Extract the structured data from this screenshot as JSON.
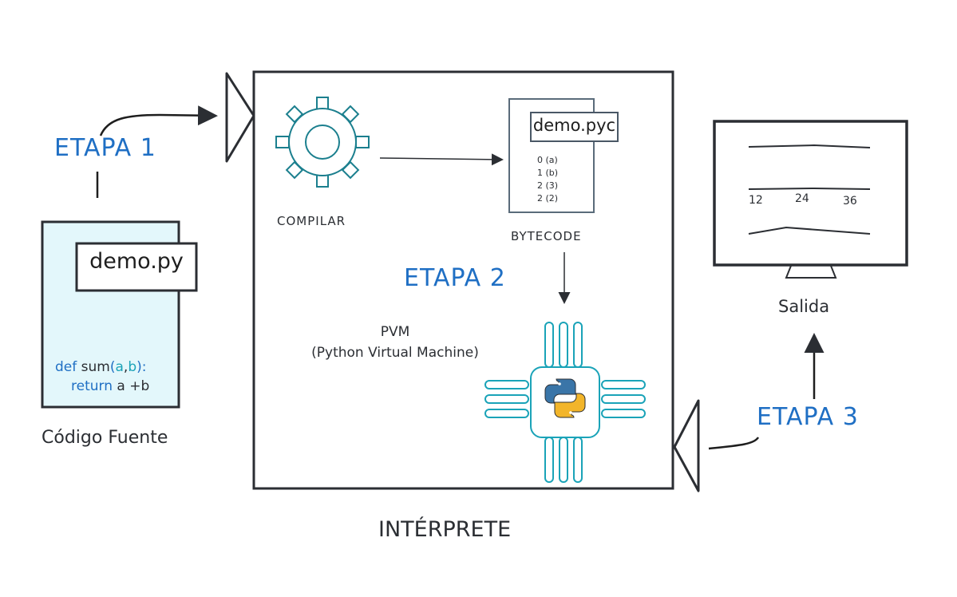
{
  "diagram": {
    "title": "INTÉRPRETE",
    "stages": [
      {
        "label": "ETAPA 1"
      },
      {
        "label": "ETAPA 2"
      },
      {
        "label": "ETAPA 3"
      }
    ],
    "source": {
      "filename": "demo.py",
      "caption": "Código Fuente",
      "code_line1": {
        "kw": "def",
        "name": "sum",
        "open": "(",
        "a": "a",
        "comma": ",",
        "b": "b",
        "close": "):"
      },
      "code_line2": {
        "kw": "return",
        "expr": "a +b"
      }
    },
    "compile": {
      "label": "COMPILAR",
      "icon": "gear-icon"
    },
    "bytecode": {
      "filename": "demo.pyc",
      "caption": "BYTECODE",
      "lines": [
        "0 (a)",
        "1 (b)",
        "2 (3)",
        "2 (2)"
      ]
    },
    "pvm": {
      "line1": "PVM",
      "line2": "(Python Virtual Machine)",
      "icon": "python-chip-icon"
    },
    "output": {
      "caption": "Salida",
      "values": [
        "12",
        "24",
        "36"
      ]
    },
    "colors": {
      "stage_blue": "#1f6fc4",
      "teal": "#1aa3b8",
      "gear_teal": "#1b7f8e",
      "source_fill": "#e3f7fb",
      "ink": "#2b2e33",
      "python_blue": "#3a75a8",
      "python_yellow": "#f2b52a"
    }
  }
}
